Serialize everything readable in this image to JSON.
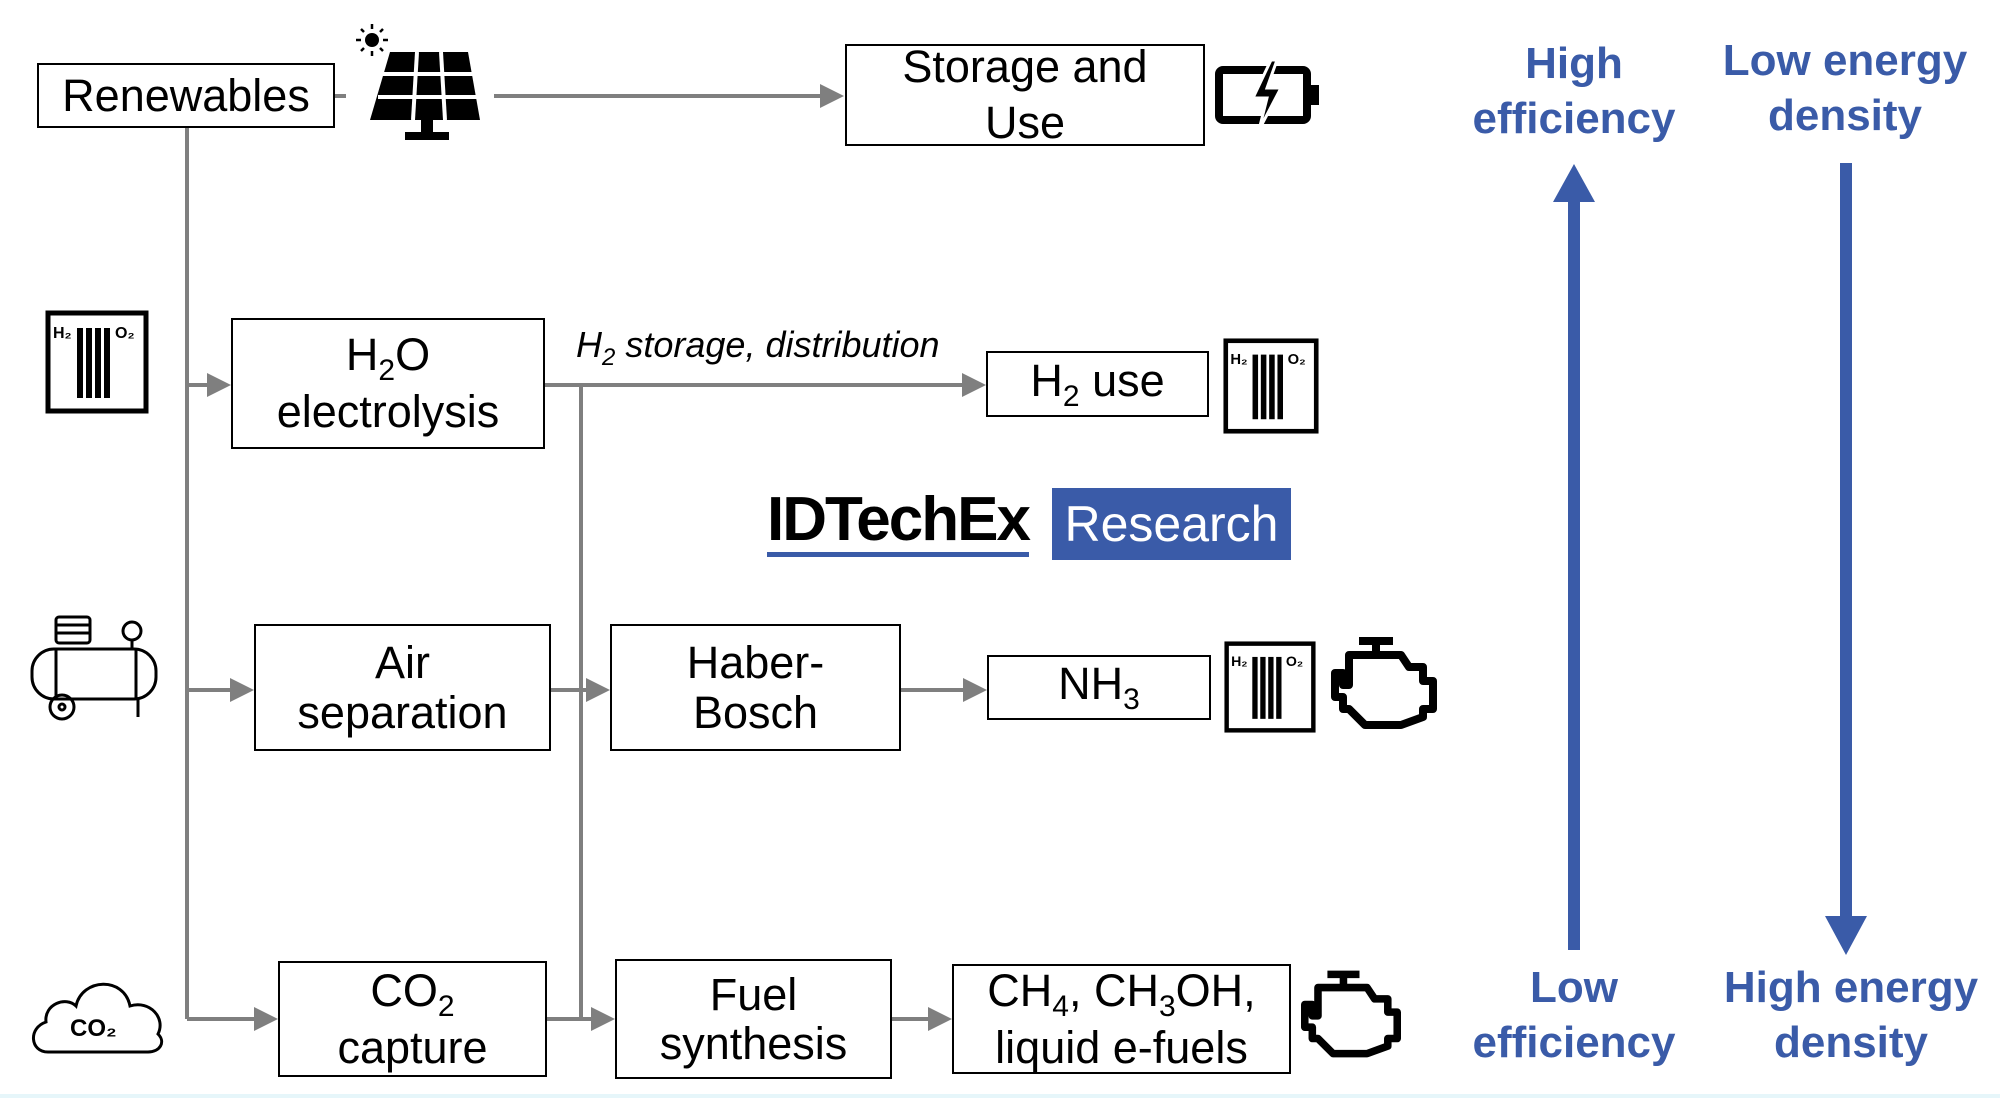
{
  "nodes": {
    "renewables": "Renewables",
    "storage_use_1": "Storage and",
    "storage_use_2": "Use",
    "h2o_1_pre": "H",
    "h2o_1_sub": "2",
    "h2o_1_post": "O",
    "h2o_2": "electrolysis",
    "h2_use_pre": "H",
    "h2_use_sub": "2",
    "h2_use_post": " use",
    "air_1": "Air",
    "air_2": "separation",
    "haber_1": "Haber-",
    "haber_2": "Bosch",
    "nh3_pre": "NH",
    "nh3_sub": "3",
    "co2_pre": "CO",
    "co2_sub": "2",
    "co2_2": "capture",
    "fuel_1": "Fuel",
    "fuel_2": "synthesis",
    "ch_a": "CH",
    "ch_a_sub": "4",
    "ch_b": ", CH",
    "ch_b_sub": "3",
    "ch_c": "OH,",
    "ch_2": "liquid e-fuels"
  },
  "edge_label": {
    "pre": "H",
    "sub": "2",
    "post": " storage, distribution"
  },
  "logo": {
    "brand": "IDTechEx",
    "tag": "Research"
  },
  "scale": {
    "left_top_1": "High",
    "left_top_2": "efficiency",
    "left_bottom_1": "Low",
    "left_bottom_2": "efficiency",
    "right_top_1": "Low energy",
    "right_top_2": "density",
    "right_bottom_1": "High energy",
    "right_bottom_2": "density"
  },
  "icons": {
    "cloud_text": "CO₂",
    "cell_h2": "H₂",
    "cell_o2": "O₂"
  },
  "colors": {
    "accent": "#3a5ba8",
    "connector": "#7f7f7f"
  }
}
